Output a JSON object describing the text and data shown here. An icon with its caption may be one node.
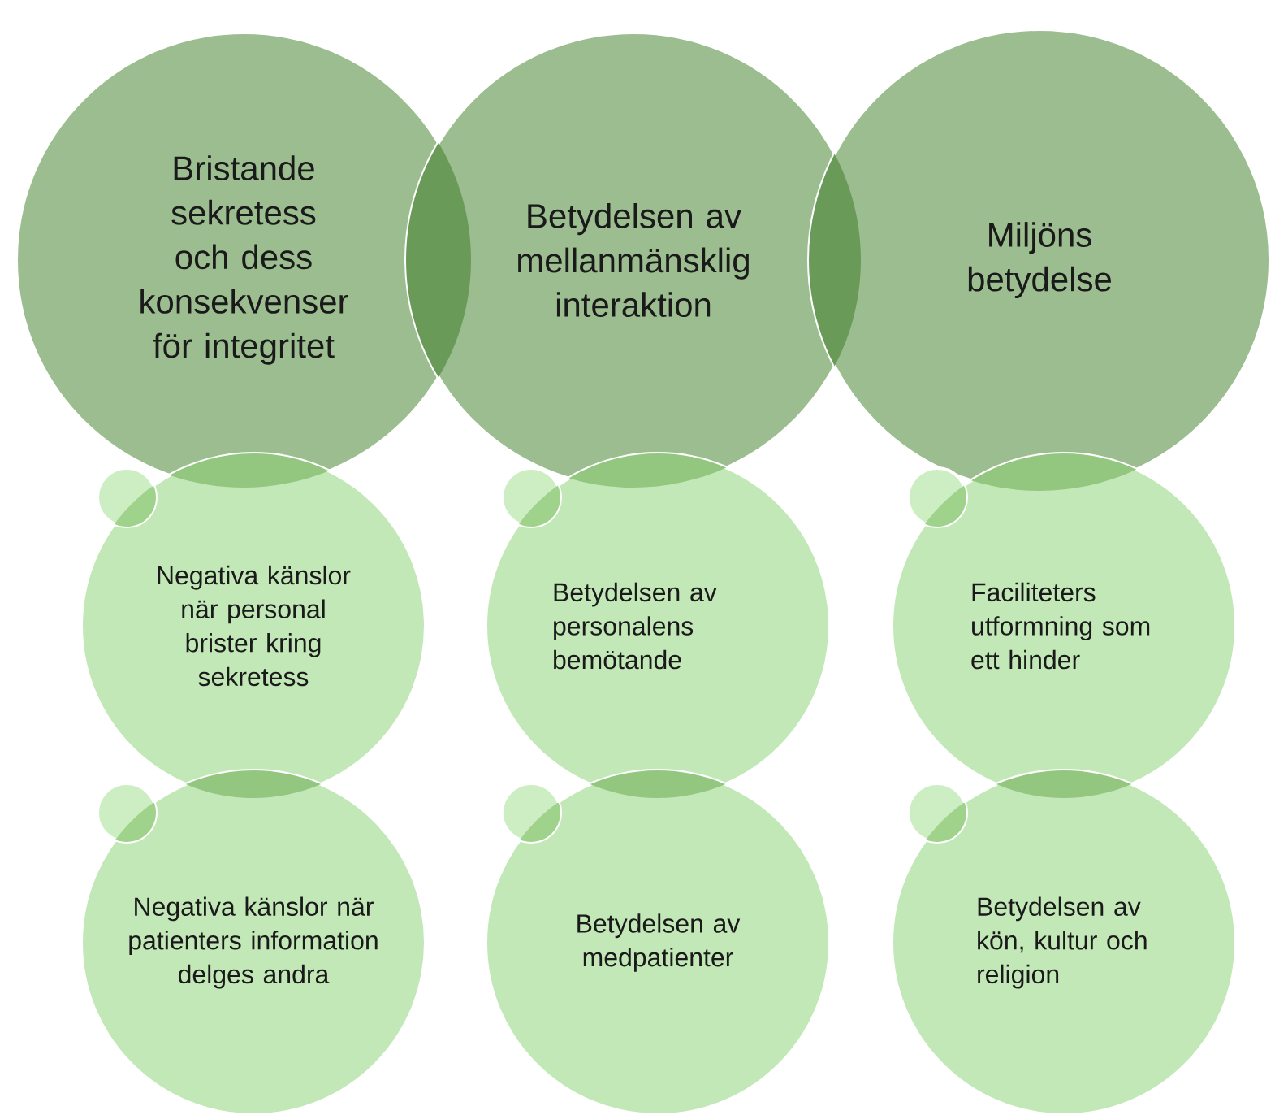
{
  "diagram": {
    "nodes": [
      {
        "text": [
          "Bristande sekretess och dess konsekvenser för integritet"
        ]
      },
      {
        "text": [
          "Betydelsen av mellanmänsklig interaktion"
        ]
      },
      {
        "text": [
          "Miljöns betydelse"
        ]
      },
      {
        "text": [
          "Negativa känslor när personal brister kring sekretess"
        ]
      },
      {
        "text": [
          "Betydelsen av personalens bemötande"
        ]
      },
      {
        "text": [
          "Faciliteters utformning som ett hinder"
        ]
      },
      {
        "text": [
          "Negativa känslor när patienters information delges andra"
        ]
      },
      {
        "text": [
          "Betydelsen av medpatienter"
        ]
      },
      {
        "text": [
          "Betydelsen av kön, kultur och religion"
        ]
      },
      {
        "text": [],
        "shape": "circle"
      },
      {
        "text": [],
        "shape": "circle"
      },
      {
        "text": [],
        "shape": "circle"
      },
      {
        "text": [],
        "shape": "circle"
      },
      {
        "text": [],
        "shape": "circle"
      },
      {
        "text": [],
        "shape": "circle"
      }
    ]
  }
}
